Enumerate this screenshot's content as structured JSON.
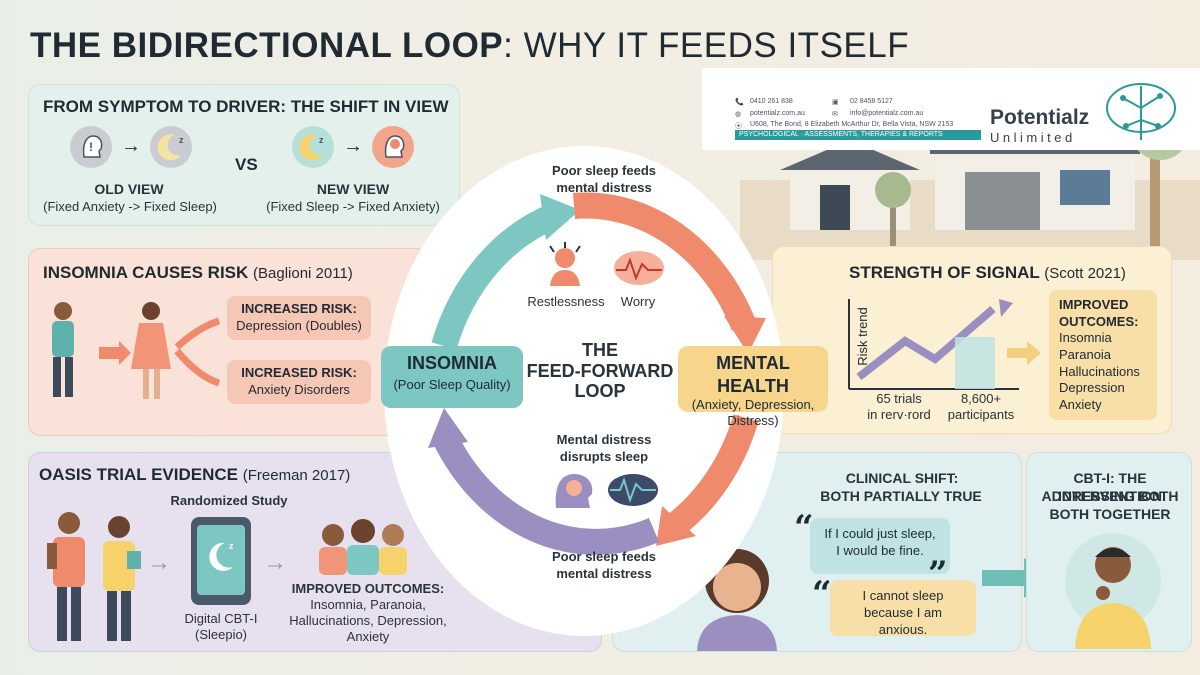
{
  "title": {
    "strong": "THE BIDIRECTIONAL LOOP",
    "light": ": WHY IT FEEDS ITSELF"
  },
  "symptom": {
    "title": "FROM SYMPTOM TO DRIVER: THE SHIFT IN VIEW",
    "arrow": "→",
    "vs": "VS",
    "old_label": "OLD VIEW",
    "old_desc": "(Fixed Anxiety -> Fixed Sleep)",
    "new_label": "NEW VIEW",
    "new_desc": "(Fixed Sleep -> Fixed Anxiety)"
  },
  "risk": {
    "title": "INSOMNIA CAUSES RISK",
    "cite": "(Baglioni 2011)",
    "box1_head": "INCREASED RISK:",
    "box1_text": "Depression (Doubles)",
    "box2_head": "INCREASED RISK:",
    "box2_text": "Anxiety Disorders"
  },
  "oasis": {
    "title": "OASIS TRIAL EVIDENCE",
    "cite": "(Freeman 2017)",
    "study": "Randomized Study",
    "device_line1": "Digital CBT-I",
    "device_line2": "(Sleepio)",
    "outcomes_head": "IMPROVED OUTCOMES:",
    "outcomes_line1": "Insomnia, Paranoia,",
    "outcomes_line2": "Hallucinations, Depression,",
    "outcomes_line3": "Anxiety"
  },
  "loop": {
    "center_line1": "THE",
    "center_line2": "FEED-FORWARD",
    "center_line3": "LOOP",
    "top_line1": "Poor sleep feeds",
    "top_line2": "mental distress",
    "restlessness": "Restlessness",
    "worry": "Worry",
    "mid_line1": "Mental distress",
    "mid_line2": "disrupts sleep",
    "bottom_line1": "Poor sleep feeds",
    "bottom_line2": "mental distress",
    "insomnia_title": "INSOMNIA",
    "insomnia_sub": "(Poor Sleep Quality)",
    "mh_title": "MENTAL HEALTH",
    "mh_sub1": "(Anxiety, Depression,",
    "mh_sub2": "Distress)"
  },
  "signal": {
    "title": "STRENGTH OF SIGNAL",
    "cite": "(Scott 2021)",
    "y_label": "Risk trend",
    "trials_line1": "65 trials",
    "trials_line2": "in rerv·rord",
    "participants_line1": "8,600+",
    "participants_line2": "participants",
    "outcomes_head1": "IMPROVED",
    "outcomes_head2": "OUTCOMES:",
    "outcomes": [
      "Insomnia",
      "Paranoia",
      "Hallucinations",
      "Depression",
      "Anxiety"
    ]
  },
  "shift": {
    "title_line1": "CLINICAL SHIFT:",
    "title_line2": "BOTH PARTIALLY TRUE",
    "quote1_line1": "If I could just sleep,",
    "quote1_line2": "I would be fine.",
    "quote2_line1": "I cannot sleep",
    "quote2_line2": "because I am anxious.",
    "open_quote": "“",
    "close_quote": "”"
  },
  "cbti": {
    "title_line1": "CBT-I: THE INTERVENTION",
    "title_line2": "ADDRESSING BOTH",
    "title_line3": "BOTH TOGETHER"
  },
  "contact": {
    "phone": "0410 261 838",
    "fax": "02 8458 5127",
    "web": "potentialz.com.au",
    "email": "info@potentialz.com.au",
    "address": "U608, The Bond, 8 Elizabeth McArthur Dr, Bella Vista, NSW 2153",
    "band": "PSYCHOLOGICAL · ASSESSMENTS, THERAPIES & REPORTS",
    "brand_line1": "Potentialz",
    "brand_line2": "Unlimited"
  },
  "colors": {
    "teal": "#7cc7c2",
    "coral": "#f08a6c",
    "purple": "#9a8fc0",
    "yellow": "#f7d58c",
    "brand_teal": "#2b9a9a"
  }
}
